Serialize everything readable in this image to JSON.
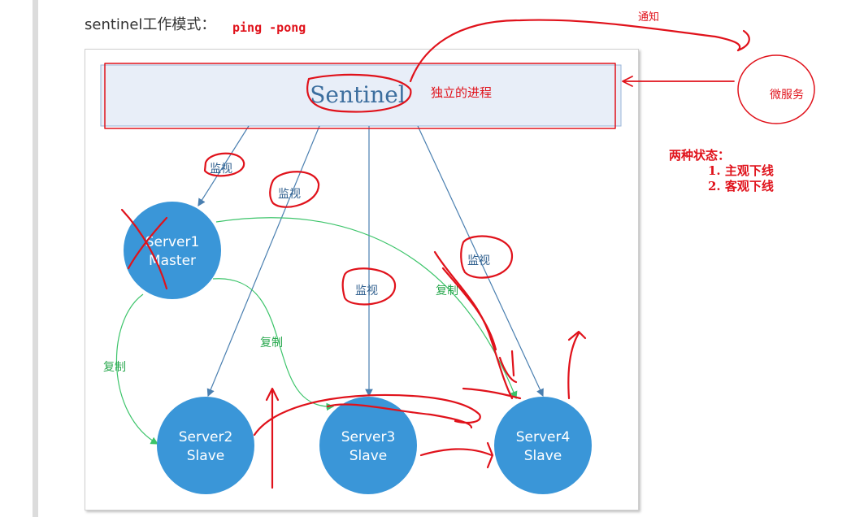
{
  "heading": "sentinel工作模式：",
  "annotations": {
    "ping_pong": "ping -pong",
    "notify": "通知",
    "independent_process": "独立的进程",
    "microservice": "微服务",
    "states_title": "两种状态：",
    "states": [
      "1. 主观下线",
      "2. 客观下线"
    ]
  },
  "sentinel": {
    "label": "Sentinel"
  },
  "servers": [
    {
      "name": "Server1",
      "role": "Master"
    },
    {
      "name": "Server2",
      "role": "Slave"
    },
    {
      "name": "Server3",
      "role": "Slave"
    },
    {
      "name": "Server4",
      "role": "Slave"
    }
  ],
  "edge_labels": {
    "monitor": "监视",
    "replicate": "复制"
  },
  "colors": {
    "server_fill": "#3a96d8",
    "sentinel_fill": "#e8eef8",
    "monitor_line": "#4a7fb0",
    "replicate_line": "#3cc46a",
    "annotation": "#e0121b"
  }
}
